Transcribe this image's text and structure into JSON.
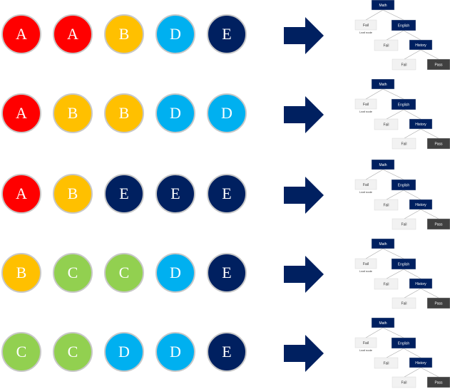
{
  "colors": {
    "A": "#ff0000",
    "B": "#ffc000",
    "C": "#92d050",
    "D": "#00b0f0",
    "E": "#002060",
    "arrow": "#002060",
    "node_dark": "#002060",
    "node_light": "#f2f2f2",
    "node_pass": "#404040"
  },
  "rows": [
    {
      "grades": [
        "A",
        "A",
        "B",
        "D",
        "E"
      ]
    },
    {
      "grades": [
        "A",
        "B",
        "B",
        "D",
        "D"
      ]
    },
    {
      "grades": [
        "A",
        "B",
        "E",
        "E",
        "E"
      ]
    },
    {
      "grades": [
        "B",
        "C",
        "C",
        "D",
        "E"
      ]
    },
    {
      "grades": [
        "C",
        "C",
        "D",
        "D",
        "E"
      ]
    }
  ],
  "arrow_icon": "right-arrow-icon",
  "tree": {
    "root": "Math",
    "fail_1": "Fail",
    "leaf_note": "Leaf node",
    "english": "English",
    "fail_2": "Fail",
    "history": "History",
    "fail_3": "Fail",
    "pass": "Pass"
  }
}
